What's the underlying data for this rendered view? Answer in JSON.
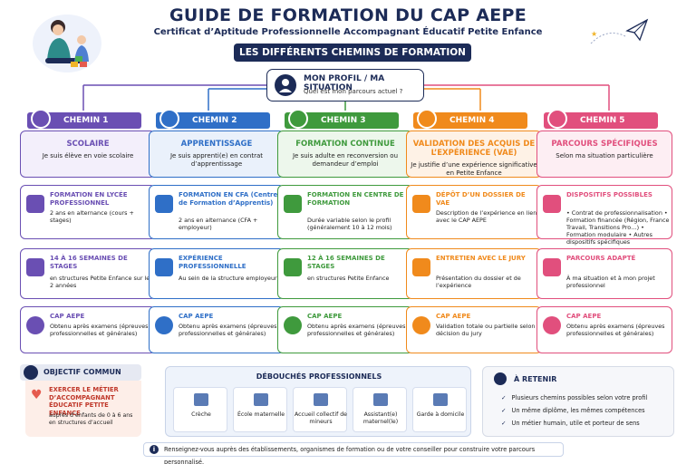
{
  "header": {
    "title": "GUIDE DE FORMATION DU CAP AEPE",
    "subtitle": "Certificat d’Aptitude Professionnelle Accompagnant Éducatif Petite Enfance",
    "banner": "LES DIFFÉRENTS CHEMINS DE FORMATION"
  },
  "profile": {
    "title": "MON PROFIL / MA SITUATION",
    "question": "Quel est mon parcours actuel ?"
  },
  "colors": {
    "c1": "#6a4fb3",
    "c2": "#2f6fc7",
    "c3": "#3f9a3d",
    "c4": "#f08a1c",
    "c5": "#e14f7d",
    "navy": "#1c2b57"
  },
  "paths": [
    {
      "label": "CHEMIN 1",
      "icon": "graduation-cap-icon",
      "b1": {
        "h": "SCOLAIRE",
        "p": "Je suis élève en voie scolaire"
      },
      "b2": {
        "h": "FORMATION EN LYCÉE PROFESSIONNEL",
        "p": "2 ans en alternance (cours + stages)"
      },
      "b3": {
        "h": "14 À 16 SEMAINES DE STAGES",
        "p": "en structures Petite Enfance sur les 2 années"
      },
      "b4": {
        "h": "CAP AEPE",
        "p": "Obtenu après examens (épreuves professionnelles et générales)"
      }
    },
    {
      "label": "CHEMIN 2",
      "icon": "person-icon",
      "b1": {
        "h": "APPRENTISSAGE",
        "p": "Je suis apprenti(e) en contrat d’apprentissage"
      },
      "b2": {
        "h": "FORMATION EN CFA (Centre de Formation d’Apprentis)",
        "p": "2 ans en alternance (CFA + employeur)"
      },
      "b3": {
        "h": "EXPÉRIENCE PROFESSIONNELLE",
        "p": "Au sein de la structure employeur"
      },
      "b4": {
        "h": "CAP AEPE",
        "p": "Obtenu après examens (épreuves professionnelles et générales)"
      }
    },
    {
      "label": "CHEMIN 3",
      "icon": "briefcase-icon",
      "b1": {
        "h": "FORMATION CONTINUE",
        "p": "Je suis adulte en reconversion ou demandeur d’emploi"
      },
      "b2": {
        "h": "FORMATION EN CENTRE DE FORMATION",
        "p": "Durée variable selon le profil (généralement 10 à 12 mois)"
      },
      "b3": {
        "h": "12 À 16 SEMAINES DE STAGES",
        "p": "en structures Petite Enfance"
      },
      "b4": {
        "h": "CAP AEPE",
        "p": "Obtenu après examens (épreuves professionnelles et générales)"
      }
    },
    {
      "label": "CHEMIN 4",
      "icon": "star-icon",
      "b1": {
        "h": "VALIDATION DES ACQUIS DE L’EXPÉRIENCE (VAE)",
        "p": "Je justifie d’une expérience significative en Petite Enfance"
      },
      "b2": {
        "h": "DÉPÔT D’UN DOSSIER DE VAE",
        "p": "Description de l’expérience en lien avec le CAP AEPE"
      },
      "b3": {
        "h": "ENTRETIEN AVEC LE JURY",
        "p": "Présentation du dossier et de l’expérience"
      },
      "b4": {
        "h": "CAP AEPE",
        "p": "Validation totale ou partielle selon décision du jury"
      }
    },
    {
      "label": "CHEMIN 5",
      "icon": "location-pin-icon",
      "b1": {
        "h": "PARCOURS SPÉCIFIQUES",
        "p": "Selon ma situation particulière"
      },
      "b2": {
        "h": "DISPOSITIFS POSSIBLES",
        "p": "• Contrat de professionnalisation • Formation financée (Région, France Travail, Transitions Pro…) • Formation modulaire • Autres dispositifs spécifiques"
      },
      "b3": {
        "h": "PARCOURS ADAPTÉ",
        "p": "À ma situation et à mon projet professionnel"
      },
      "b4": {
        "h": "CAP AEPE",
        "p": "Obtenu après examens (épreuves professionnelles et générales)"
      }
    }
  ],
  "objectif": {
    "title": "OBJECTIF COMMUN",
    "h": "EXERCER LE MÉTIER D’ACCOMPAGNANT ÉDUCATIF PETITE ENFANCE",
    "p": "auprès d’enfants de 0 à 6 ans en structures d’accueil"
  },
  "debouches": {
    "title": "DÉBOUCHÉS PROFESSIONNELS",
    "items": [
      "Crèche",
      "École maternelle",
      "Accueil collectif de mineurs",
      "Assistant(e) maternel(le)",
      "Garde à domicile"
    ]
  },
  "retenir": {
    "title": "À RETENIR",
    "items": [
      "Plusieurs chemins possibles selon votre profil",
      "Un même diplôme, les mêmes compétences",
      "Un métier humain, utile et porteur de sens"
    ]
  },
  "footer": "Renseignez-vous auprès des établissements, organismes de formation ou de votre conseiller pour construire votre parcours personnalisé."
}
